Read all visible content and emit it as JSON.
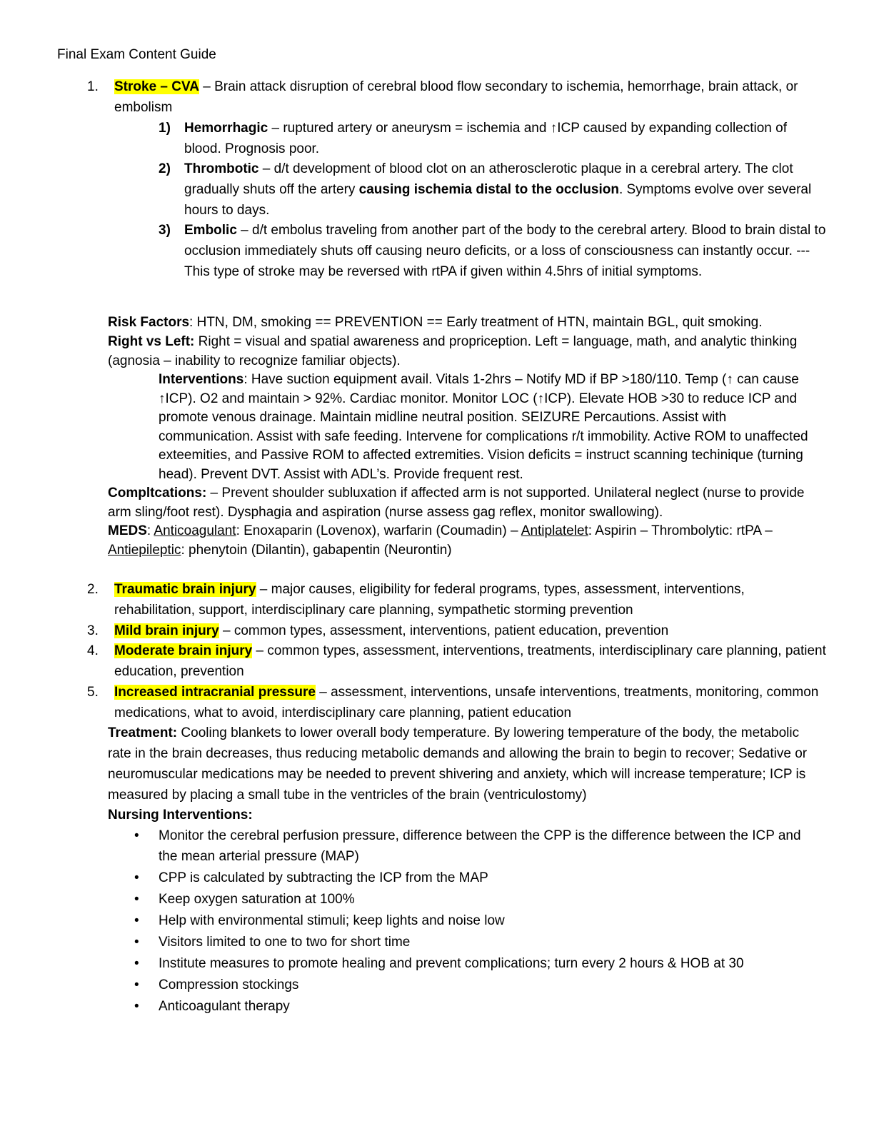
{
  "title": "Final Exam Content Guide",
  "item1": {
    "num": "1.",
    "heading": "Stroke – CVA",
    "text": " – Brain attack disruption of cerebral blood flow secondary to ischemia, hemorrhage, brain attack, or embolism",
    "subs": [
      {
        "num": "1)",
        "heading": "Hemorrhagic",
        "text": " – ruptured artery or aneurysm = ischemia and ↑ICP caused by expanding collection of blood.  Prognosis poor."
      },
      {
        "num": "2)",
        "heading": "Thrombotic",
        "text_a": " – d/t development of blood clot on an atherosclerotic plaque in a cerebral artery.  The clot gradually shuts off the artery ",
        "bold": "causing ischemia distal to the occlusion",
        "text_b": ". Symptoms evolve over several hours to days."
      },
      {
        "num": "3)",
        "heading": "Embolic",
        "text": " – d/t embolus traveling from another part of the body to the cerebral artery.  Blood to brain distal to occlusion immediately shuts off causing neuro deficits, or a loss of consciousness can instantly occur.    --- This type of stroke may be reversed with rtPA if given within 4.5hrs of initial symptoms."
      }
    ],
    "risk_label": "Risk Factors",
    "risk_text": ": HTN, DM, smoking == PREVENTION == Early treatment of HTN, maintain BGL, quit smoking.",
    "rl_label": "Right vs Left:",
    "rl_text": "  Right = visual and spatial awareness and propriception.  Left = language, math, and analytic thinking (agnosia – inability to recognize familiar objects).",
    "int_label": "Interventions",
    "int_text": ": Have suction equipment avail. Vitals 1-2hrs – Notify MD if BP >180/110.   Temp (↑ can cause ↑ICP).  O2  and maintain > 92%.  Cardiac monitor.  Monitor LOC (↑ICP).  Elevate HOB >30 to reduce ICP and promote venous drainage.  Maintain       midline neutral position. SEIZURE Percautions. Assist with communication. Assist with safe feeding. Intervene for complications r/t immobility. Active ROM to unaffected exteemities, and Passive ROM to affected extremities.   Vision deficits = instruct scanning techinique (turning head).  Prevent DVT. Assist with ADL’s.  Provide frequent rest.",
    "comp_label": "Compltcations:",
    "comp_text": " – Prevent shoulder subluxation if affected arm is not supported. Unilateral neglect (nurse to provide arm sling/foot rest). Dysphagia and aspiration (nurse assess gag reflex, monitor swallowing).",
    "meds_label": "MEDS",
    "meds_colon": ":  ",
    "meds_anticoag": "Anticoagulant",
    "meds_t1": ": Enoxaparin (Lovenox), warfarin (Coumadin) – ",
    "meds_antiplat": "Antiplatelet",
    "meds_t2": ": Aspirin – Thrombolytic: rtPA – ",
    "meds_antiep": "Antiepileptic",
    "meds_t3": ": phenytoin (Dilantin), gabapentin (Neurontin)"
  },
  "item2": {
    "num": "2.",
    "heading": "Traumatic brain injury",
    "text": " – major causes, eligibility for federal programs, types, assessment, interventions, rehabilitation, support, interdisciplinary care planning, sympathetic storming prevention"
  },
  "item3": {
    "num": "3.",
    "heading": "Mild brain injury",
    "text": " – common types, assessment, interventions, patient education, prevention"
  },
  "item4": {
    "num": "4.",
    "heading": "Moderate brain injury",
    "text": " – common types, assessment, interventions, treatments, interdisciplinary care planning, patient education, prevention"
  },
  "item5": {
    "num": "5.",
    "heading": "Increased intracranial pressure",
    "text": " – assessment, interventions, unsafe interventions, treatments, monitoring, common medications, what to avoid, interdisciplinary care planning, patient education",
    "treat_label": "Treatment:",
    "treat_text": "  Cooling blankets to lower overall body temperature. By lowering temperature of the body, the metabolic rate in the brain decreases, thus reducing metabolic demands and allowing the brain to begin to recover; Sedative or neuromuscular medications may be needed to prevent shivering and anxiety, which will increase temperature; ICP is measured by placing a small tube in the ventricles of the brain (ventriculostomy)",
    "ni_label": "Nursing Interventions:",
    "bullet_glyph": "•",
    "bullets": [
      "Monitor the cerebral perfusion pressure, difference between the CPP is the difference between the ICP and the mean arterial pressure (MAP)",
      "CPP is calculated by subtracting the ICP from the MAP",
      "Keep oxygen saturation at 100%",
      "Help with environmental stimuli; keep lights and noise low",
      "Visitors limited to one to two for short time",
      "Institute measures to promote healing and prevent complications; turn every 2 hours & HOB at 30",
      "Compression stockings",
      "Anticoagulant therapy"
    ]
  }
}
